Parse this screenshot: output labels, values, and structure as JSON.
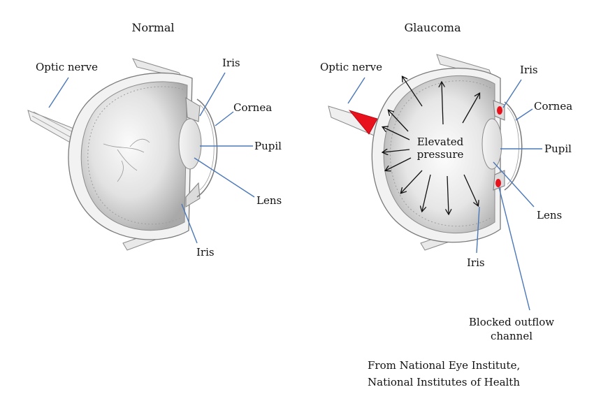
{
  "normal": {
    "title": "Normal",
    "labels": {
      "optic_nerve": "Optic nerve",
      "iris_top": "Iris",
      "cornea": "Cornea",
      "pupil": "Pupil",
      "lens": "Lens",
      "iris_bottom": "Iris"
    }
  },
  "glaucoma": {
    "title": "Glaucoma",
    "labels": {
      "optic_nerve": "Optic nerve",
      "iris_top": "Iris",
      "cornea": "Cornea",
      "pupil": "Pupil",
      "lens": "Lens",
      "iris_bottom": "Iris",
      "elevated_line1": "Elevated",
      "elevated_line2": "pressure",
      "blocked_line1": "Blocked outflow",
      "blocked_line2": "channel"
    }
  },
  "credit": {
    "line1": "From National Eye Institute,",
    "line2": "National Institutes of Health"
  },
  "colors": {
    "leader": "#4a78b8",
    "highlight": "#e8121c"
  }
}
